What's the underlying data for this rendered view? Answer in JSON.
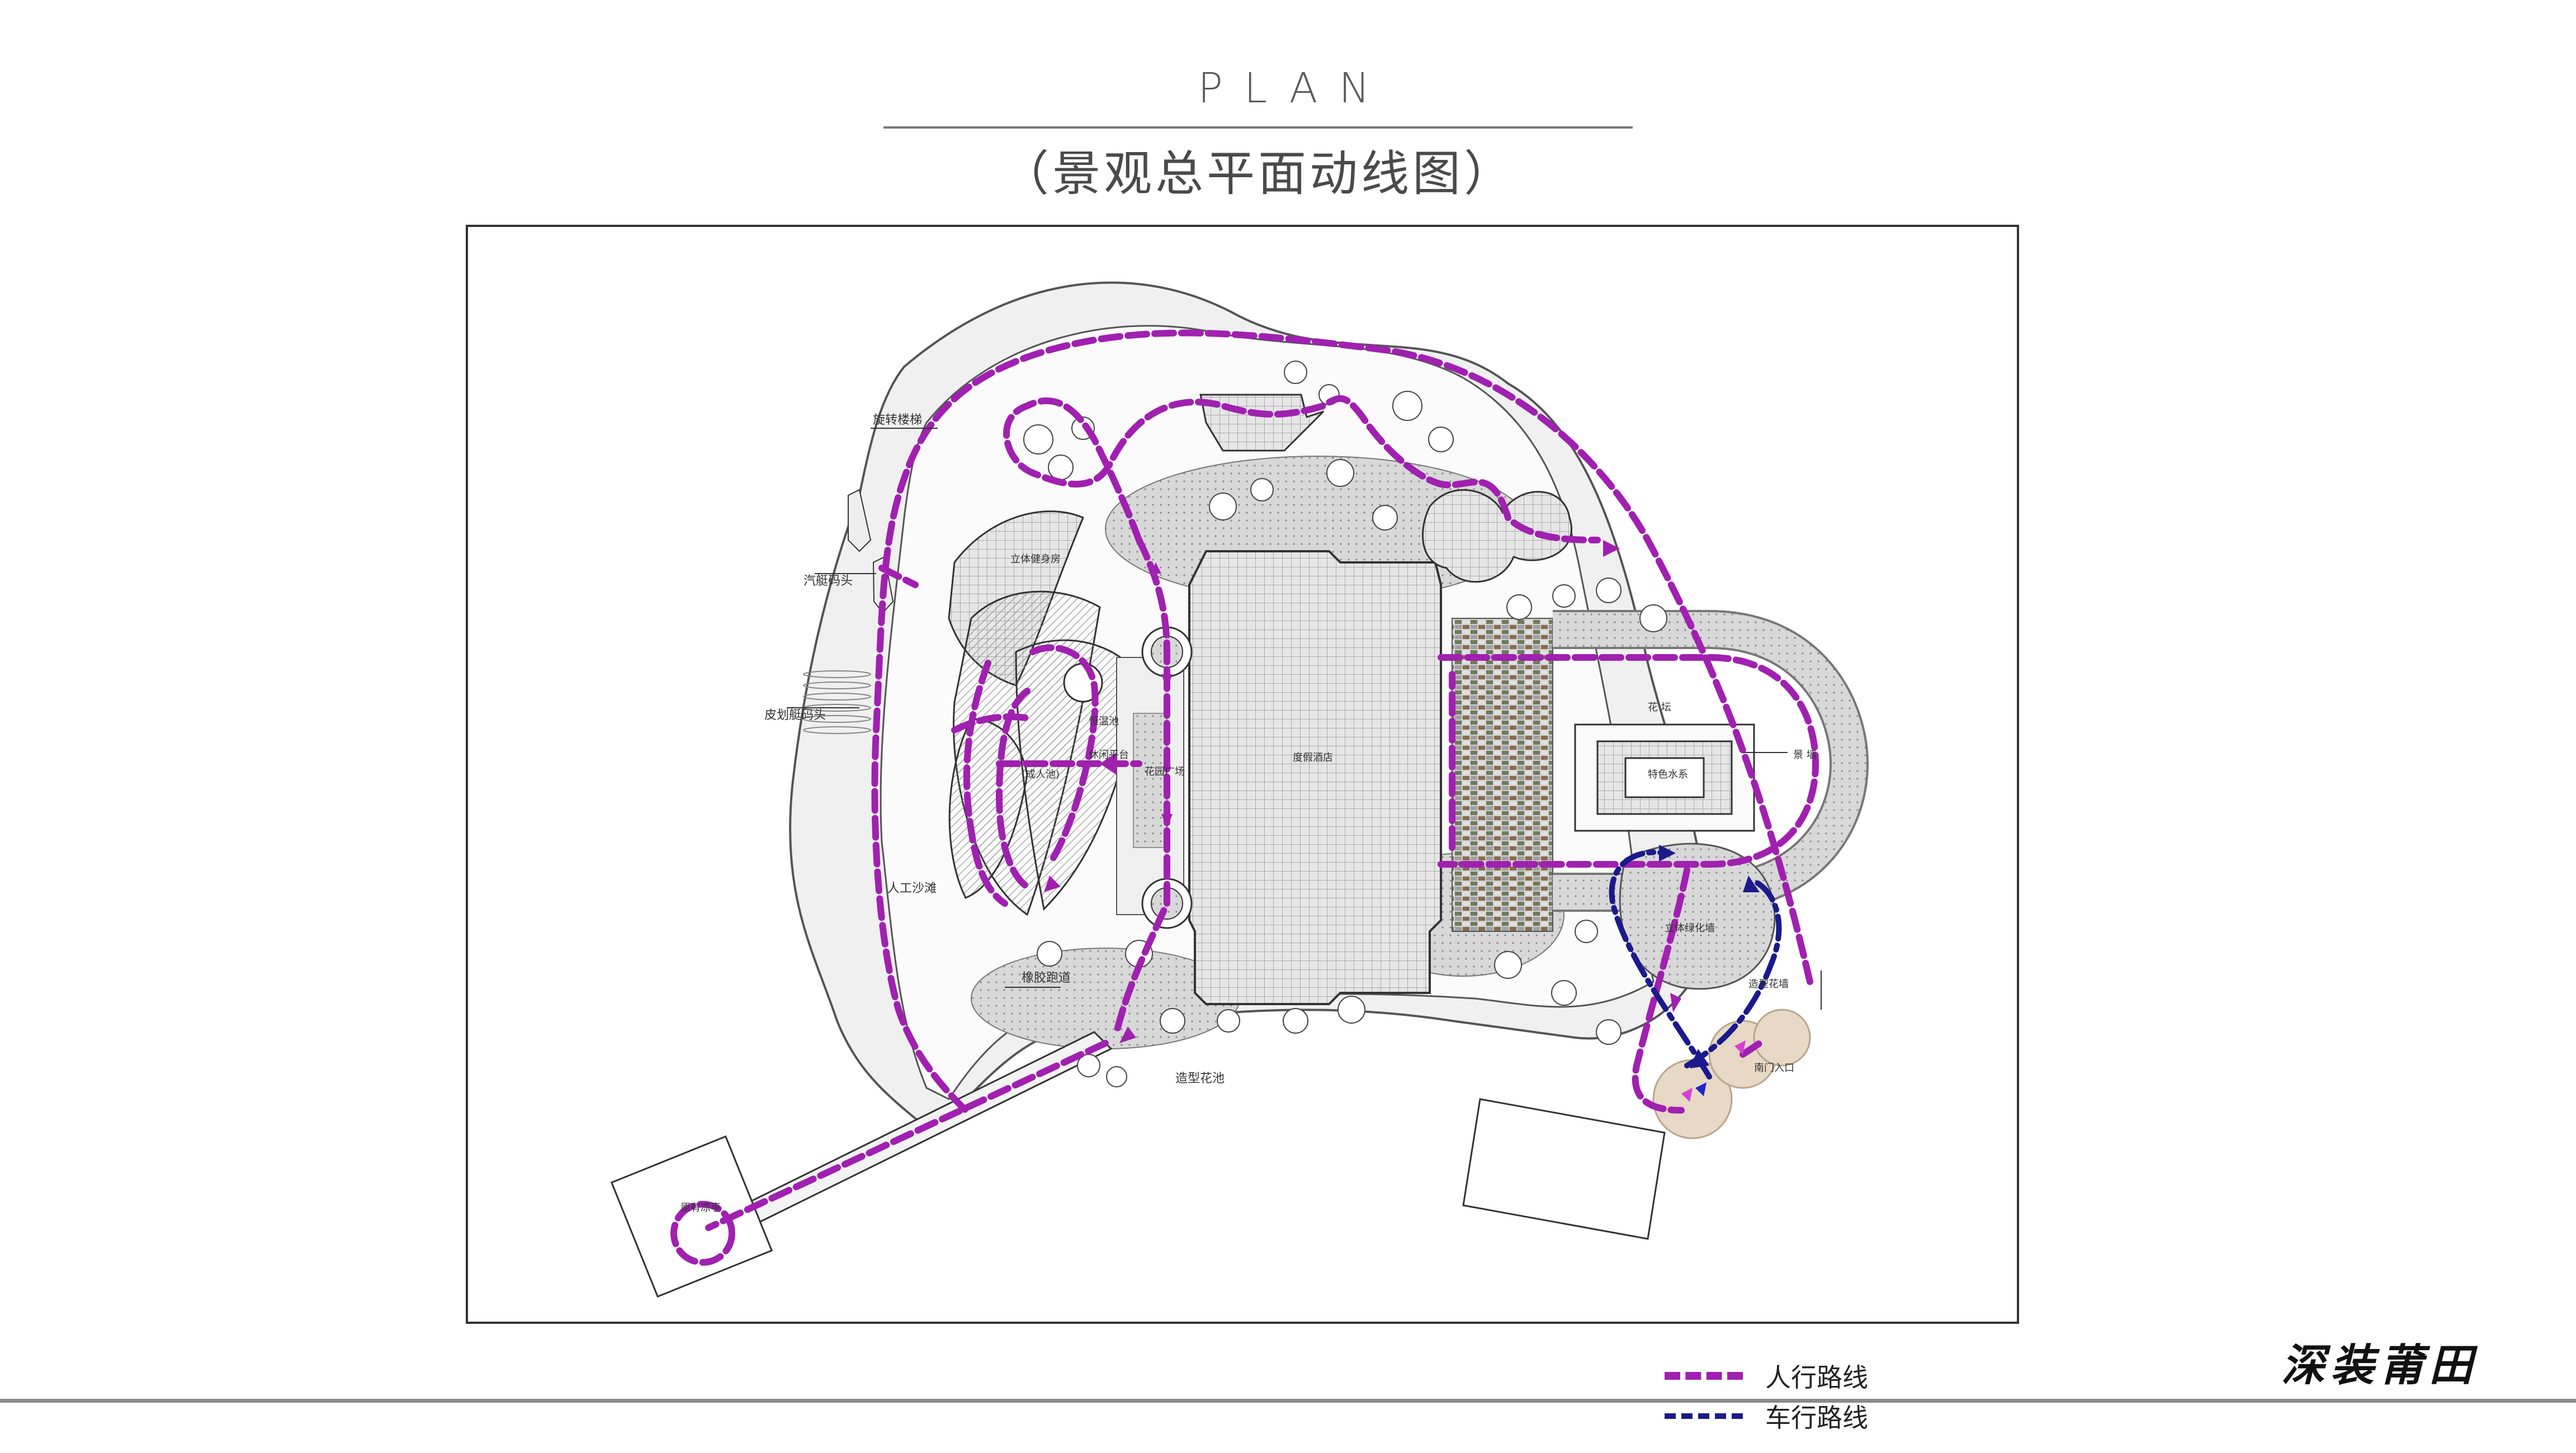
{
  "header": {
    "title_en": "PLAN",
    "title_cn": "（景观总平面动线图）"
  },
  "legend": {
    "pedestrian_label": "人行路线",
    "vehicle_label": "车行路线",
    "pedestrian_color": "#a020b0",
    "vehicle_color": "#1a1a8c"
  },
  "brand": "深装莆田",
  "plan_labels": {
    "spiral_stair": "旋转楼梯",
    "speedboat_pier": "汽艇码头",
    "kayak_pier": "皮划艇码头",
    "artificial_beach": "人工沙滩",
    "rubber_track": "橡胶跑道",
    "shaped_pool": "造型花池",
    "pavilion": "原有凉亭",
    "fitness_room": "立体健身房",
    "constant_temp_pool": "恒温池",
    "leisure_platform": "休闲平台",
    "adult_pool": "(成人池)",
    "garden_plaza": "花园广场",
    "resort_building": "度假酒店",
    "flower_bed": "花 坛",
    "feature_water": "特色水系",
    "landscape_wall": "景 墙",
    "stereo_garden": "立体绿化墙",
    "south_gate": "南门入口",
    "shaped_wall": "造型花墙"
  }
}
